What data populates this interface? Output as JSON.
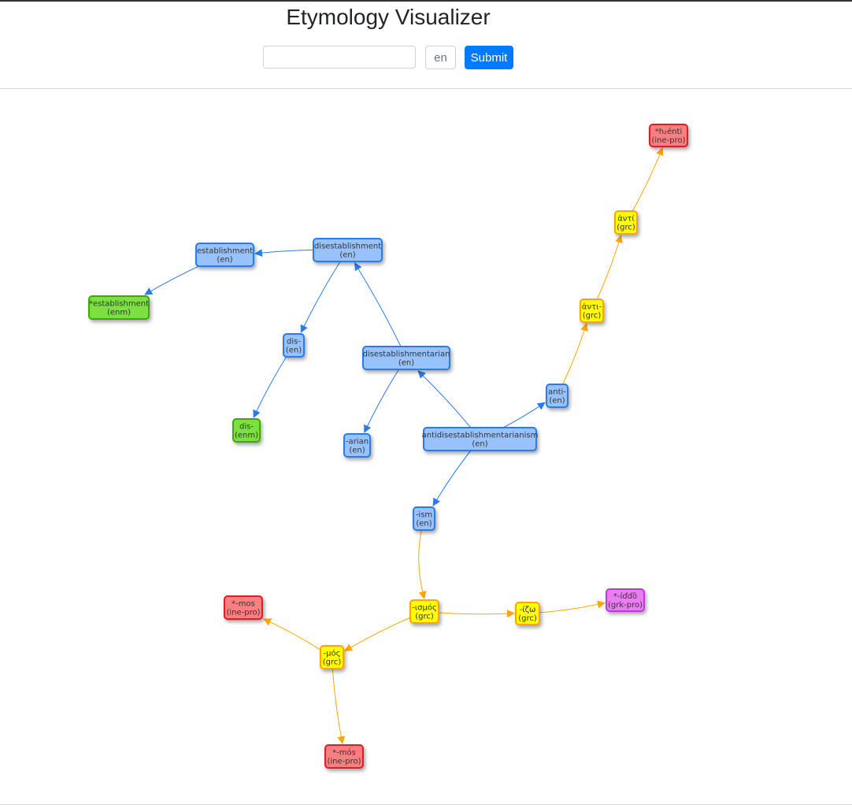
{
  "app": {
    "title": "Etymology Visualizer",
    "word_input_value": "",
    "language_input_placeholder": "en",
    "submit_label": "Submit"
  },
  "colors": {
    "en": {
      "fill": "#97c2fc",
      "stroke": "#2b7ce9"
    },
    "enm": {
      "fill": "#7be141",
      "stroke": "#41a906"
    },
    "grc": {
      "fill": "#ffff00",
      "stroke": "#ffa500"
    },
    "ine-pro": {
      "fill": "#fb7e81",
      "stroke": "#e11d21"
    },
    "grk-pro": {
      "fill": "#eb7df4",
      "stroke": "#c037df"
    },
    "edge_en": "#2b7ce9",
    "edge_grc": "#ffa500"
  },
  "graph": {
    "nodes": [
      {
        "id": "antidisestablishmentarianism",
        "word": "antidisestablishmentarianism",
        "lang": "en"
      },
      {
        "id": "disestablishmentarian",
        "word": "disestablishmentarian",
        "lang": "en"
      },
      {
        "id": "disestablishment",
        "word": "disestablishment",
        "lang": "en"
      },
      {
        "id": "establishment",
        "word": "establishment",
        "lang": "en"
      },
      {
        "id": "establishment_enm",
        "word": "*establishment",
        "lang": "enm"
      },
      {
        "id": "dis_en",
        "word": "dis-",
        "lang": "en"
      },
      {
        "id": "dis_enm",
        "word": "dis-",
        "lang": "enm"
      },
      {
        "id": "arian",
        "word": "-arian",
        "lang": "en"
      },
      {
        "id": "anti_en",
        "word": "anti-",
        "lang": "en"
      },
      {
        "id": "anti_grc",
        "word": "ἀντι-",
        "lang": "grc"
      },
      {
        "id": "anti_grc2",
        "word": "ἀντί",
        "lang": "grc"
      },
      {
        "id": "h2enti",
        "word": "*h₂énti",
        "lang": "ine-pro"
      },
      {
        "id": "ism",
        "word": "-ism",
        "lang": "en"
      },
      {
        "id": "ismos",
        "word": "-ισμός",
        "lang": "grc"
      },
      {
        "id": "izo",
        "word": "-ίζω",
        "lang": "grc"
      },
      {
        "id": "iddo",
        "word": "*-íďďō",
        "lang": "grk-pro"
      },
      {
        "id": "mos_grc",
        "word": "-μός",
        "lang": "grc"
      },
      {
        "id": "mos_ine1",
        "word": "*-mos",
        "lang": "ine-pro"
      },
      {
        "id": "mos_ine2",
        "word": "*-mós",
        "lang": "ine-pro"
      }
    ],
    "edges": [
      {
        "from": "antidisestablishmentarianism",
        "to": "disestablishmentarian"
      },
      {
        "from": "antidisestablishmentarianism",
        "to": "anti_en"
      },
      {
        "from": "antidisestablishmentarianism",
        "to": "ism"
      },
      {
        "from": "disestablishmentarian",
        "to": "disestablishment"
      },
      {
        "from": "disestablishmentarian",
        "to": "arian"
      },
      {
        "from": "disestablishment",
        "to": "establishment"
      },
      {
        "from": "disestablishment",
        "to": "dis_en"
      },
      {
        "from": "establishment",
        "to": "establishment_enm"
      },
      {
        "from": "dis_en",
        "to": "dis_enm"
      },
      {
        "from": "anti_en",
        "to": "anti_grc"
      },
      {
        "from": "anti_grc",
        "to": "anti_grc2"
      },
      {
        "from": "anti_grc2",
        "to": "h2enti"
      },
      {
        "from": "ism",
        "to": "ismos"
      },
      {
        "from": "ismos",
        "to": "izo"
      },
      {
        "from": "ismos",
        "to": "mos_grc"
      },
      {
        "from": "izo",
        "to": "iddo"
      },
      {
        "from": "mos_grc",
        "to": "mos_ine1"
      },
      {
        "from": "mos_grc",
        "to": "mos_ine2"
      }
    ]
  }
}
